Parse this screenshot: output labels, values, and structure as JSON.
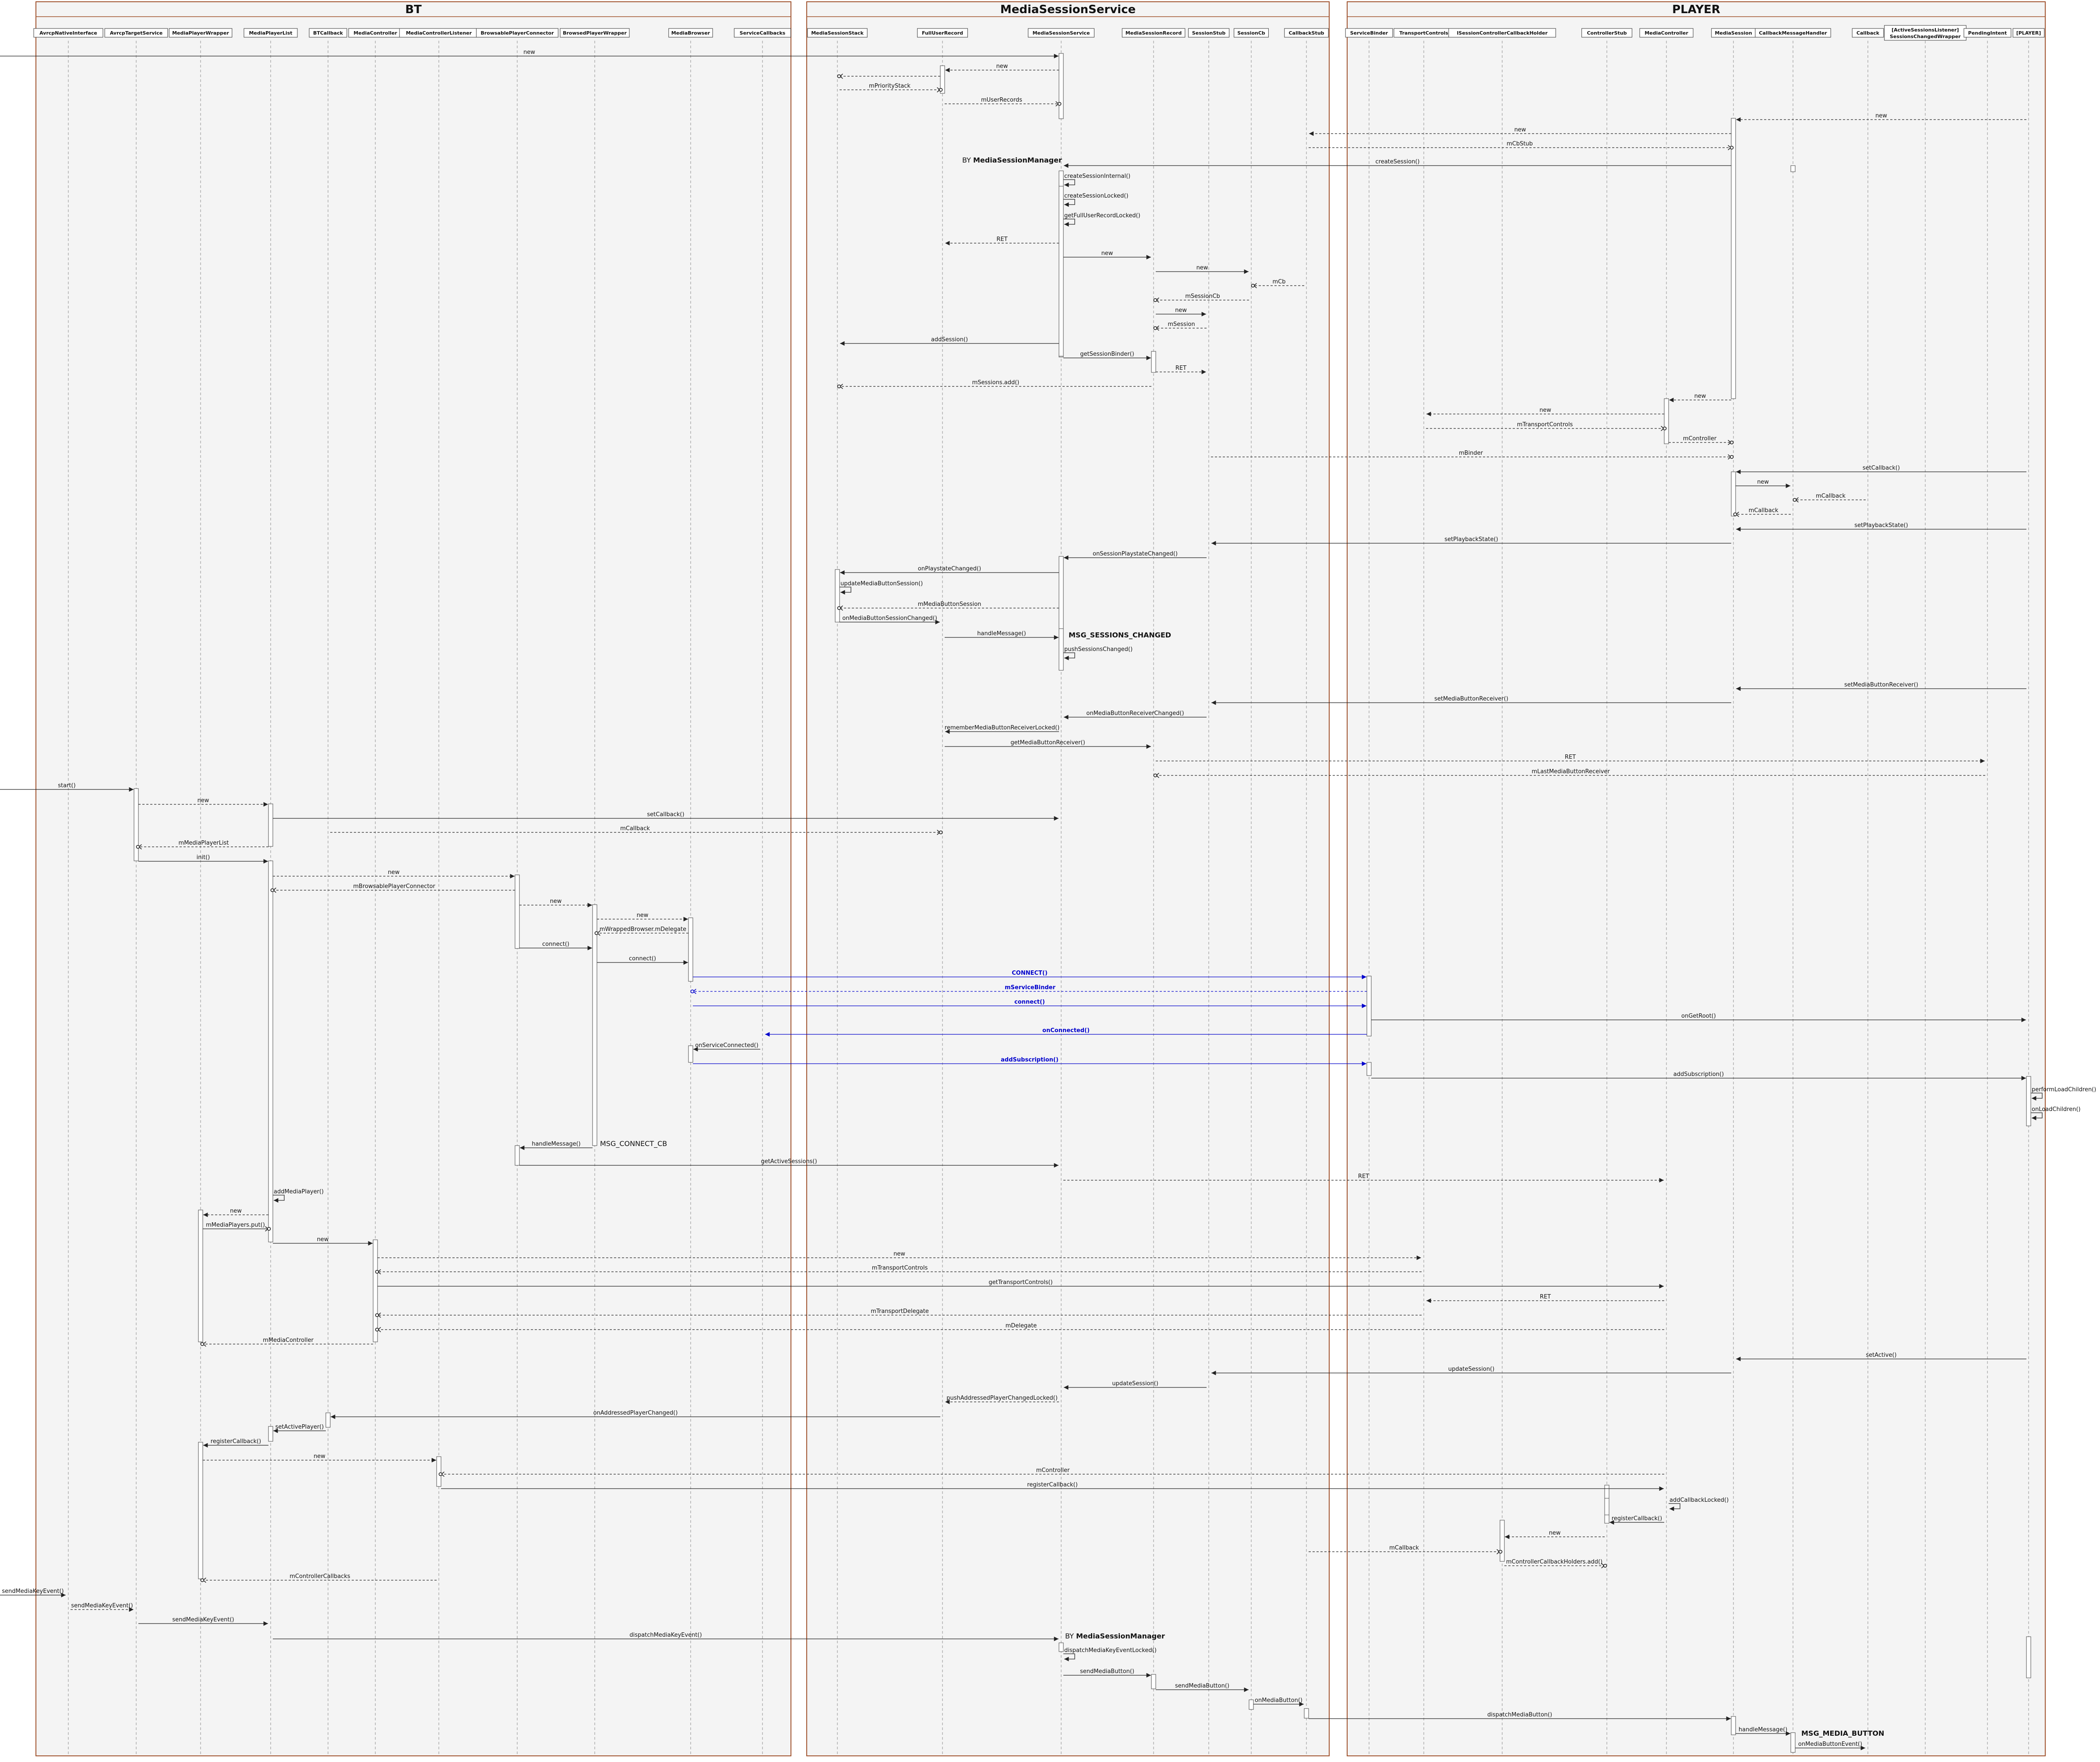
{
  "boxes": [
    {
      "title": "BT"
    },
    {
      "title": "MediaSessionService"
    },
    {
      "title": "PLAYER"
    }
  ],
  "participants": [
    "AvrcpNativeInterface",
    "AvrcpTargetService",
    "MediaPlayerWrapper",
    "MediaPlayerList",
    "BTCallback",
    "MediaController",
    "MediaControllerListener",
    "BrowsablePlayerConnector",
    "BrowsedPlayerWrapper",
    "MediaBrowser",
    "ServiceCallbacks",
    "MediaSessionStack",
    "FullUserRecord",
    "MediaSessionService",
    "MediaSessionRecord",
    "SessionStub",
    "SessionCb",
    "CallbackStub",
    "ServiceBinder",
    "TransportControls",
    "ISessionControllerCallbackHolder",
    "ControllerStub",
    "MediaController",
    "MediaSession",
    "CallbackMessageHandler",
    "Callback",
    "[ActiveSessionsListener]",
    "PendingIntent",
    "[PLAYER]"
  ],
  "participant_second_lines": {
    "26": "SessionsChangedWrapper"
  },
  "messages": [
    {
      "text": "new"
    },
    {
      "text": "new"
    },
    {
      "text": ""
    },
    {
      "text": "mPriorityStack"
    },
    {
      "text": "mUserRecords"
    },
    {
      "text": "new"
    },
    {
      "text": "new"
    },
    {
      "text": "mCbStub"
    },
    {
      "text": "createSession()"
    },
    {
      "text": "createSessionInternal()"
    },
    {
      "text": "createSessionLocked()"
    },
    {
      "text": "getFullUserRecordLocked()"
    },
    {
      "text": "RET"
    },
    {
      "text": "new"
    },
    {
      "text": "new"
    },
    {
      "text": "mCb"
    },
    {
      "text": "mSessionCb"
    },
    {
      "text": "new"
    },
    {
      "text": "mSession"
    },
    {
      "text": "addSession()"
    },
    {
      "text": "getSessionBinder()"
    },
    {
      "text": "RET"
    },
    {
      "text": "mSessions.add()"
    },
    {
      "text": "new"
    },
    {
      "text": "new"
    },
    {
      "text": "mTransportControls"
    },
    {
      "text": "mController"
    },
    {
      "text": "mBinder"
    },
    {
      "text": "setCallback()"
    },
    {
      "text": "new"
    },
    {
      "text": "mCallback"
    },
    {
      "text": "mCallback"
    },
    {
      "text": "setPlaybackState()"
    },
    {
      "text": "setPlaybackState()"
    },
    {
      "text": "onSessionPlaystateChanged()"
    },
    {
      "text": "onPlaystateChanged()"
    },
    {
      "text": "updateMediaButtonSession()"
    },
    {
      "text": "mMediaButtonSession"
    },
    {
      "text": "onMediaButtonSessionChanged()"
    },
    {
      "text": "handleMessage()"
    },
    {
      "text": "pushSessionsChanged()"
    },
    {
      "text": "setMediaButtonReceiver()"
    },
    {
      "text": "setMediaButtonReceiver()"
    },
    {
      "text": "onMediaButtonReceiverChanged()"
    },
    {
      "text": "rememberMediaButtonReceiverLocked()"
    },
    {
      "text": "getMediaButtonReceiver()"
    },
    {
      "text": "RET"
    },
    {
      "text": "mLastMediaButtonReceiver"
    },
    {
      "text": "start()"
    },
    {
      "text": "new"
    },
    {
      "text": "setCallback()"
    },
    {
      "text": "mCallback"
    },
    {
      "text": "mMediaPlayerList"
    },
    {
      "text": "init()"
    },
    {
      "text": "new"
    },
    {
      "text": "mBrowsablePlayerConnector"
    },
    {
      "text": "new"
    },
    {
      "text": "new"
    },
    {
      "text": "mWrappedBrowser.mDelegate"
    },
    {
      "text": "connect()"
    },
    {
      "text": "connect()"
    },
    {
      "text": "CONNECT()"
    },
    {
      "text": "mServiceBinder"
    },
    {
      "text": "connect()"
    },
    {
      "text": "onGetRoot()"
    },
    {
      "text": "onConnected()"
    },
    {
      "text": "onServiceConnected()"
    },
    {
      "text": "addSubscription()"
    },
    {
      "text": "addSubscription()"
    },
    {
      "text": "performLoadChildren()"
    },
    {
      "text": "onLoadChildren()"
    },
    {
      "text": "handleMessage()"
    },
    {
      "text": "getActiveSessions()"
    },
    {
      "text": "RET"
    },
    {
      "text": "addMediaPlayer()"
    },
    {
      "text": "new"
    },
    {
      "text": "mMediaPlayers.put()"
    },
    {
      "text": "new"
    },
    {
      "text": "new"
    },
    {
      "text": "mTransportControls"
    },
    {
      "text": "getTransportControls()"
    },
    {
      "text": "RET"
    },
    {
      "text": "mTransportDelegate"
    },
    {
      "text": "mDelegate"
    },
    {
      "text": "mMediaController"
    },
    {
      "text": "setActive()"
    },
    {
      "text": "updateSession()"
    },
    {
      "text": "updateSession()"
    },
    {
      "text": "pushAddressedPlayerChangedLocked()"
    },
    {
      "text": "onAddressedPlayerChanged()"
    },
    {
      "text": "setActivePlayer()"
    },
    {
      "text": "registerCallback()"
    },
    {
      "text": "new"
    },
    {
      "text": "mController"
    },
    {
      "text": "registerCallback()"
    },
    {
      "text": "addCallbackLocked()"
    },
    {
      "text": "registerCallback()"
    },
    {
      "text": "new"
    },
    {
      "text": "mCallback"
    },
    {
      "text": "mControllerCallbackHolders.add()"
    },
    {
      "text": "mControllerCallbacks"
    },
    {
      "text": "sendMediaKeyEvent()"
    },
    {
      "text": "sendMediaKeyEvent()"
    },
    {
      "text": "sendMediaKeyEvent()"
    },
    {
      "text": "dispatchMediaKeyEvent()"
    },
    {
      "text": "dispatchMediaKeyEventLocked()"
    },
    {
      "text": "sendMediaButton()"
    },
    {
      "text": "sendMediaButton()"
    },
    {
      "text": "onMediaButton()"
    },
    {
      "text": "dispatchMediaButton()"
    },
    {
      "text": "handleMessage()"
    },
    {
      "text": "onMediaButtonEvent()"
    }
  ],
  "notes": [
    {
      "prefix": "BY",
      "bold": "MediaSessionManager"
    },
    {
      "prefix": "",
      "bold": "MSG_SESSIONS_CHANGED"
    },
    {
      "prefix": "MSG_CONNECT_CB",
      "bold": ""
    },
    {
      "prefix": "BY",
      "bold": "MediaSessionManager"
    },
    {
      "prefix": "",
      "bold": "MSG_MEDIA_BUTTON"
    }
  ],
  "colors": {
    "box_border": "#a0522d",
    "box_fill": "#f4f4f4",
    "lifeline": "#888888",
    "arrow": "#222222",
    "highlight": "#0000cc"
  }
}
